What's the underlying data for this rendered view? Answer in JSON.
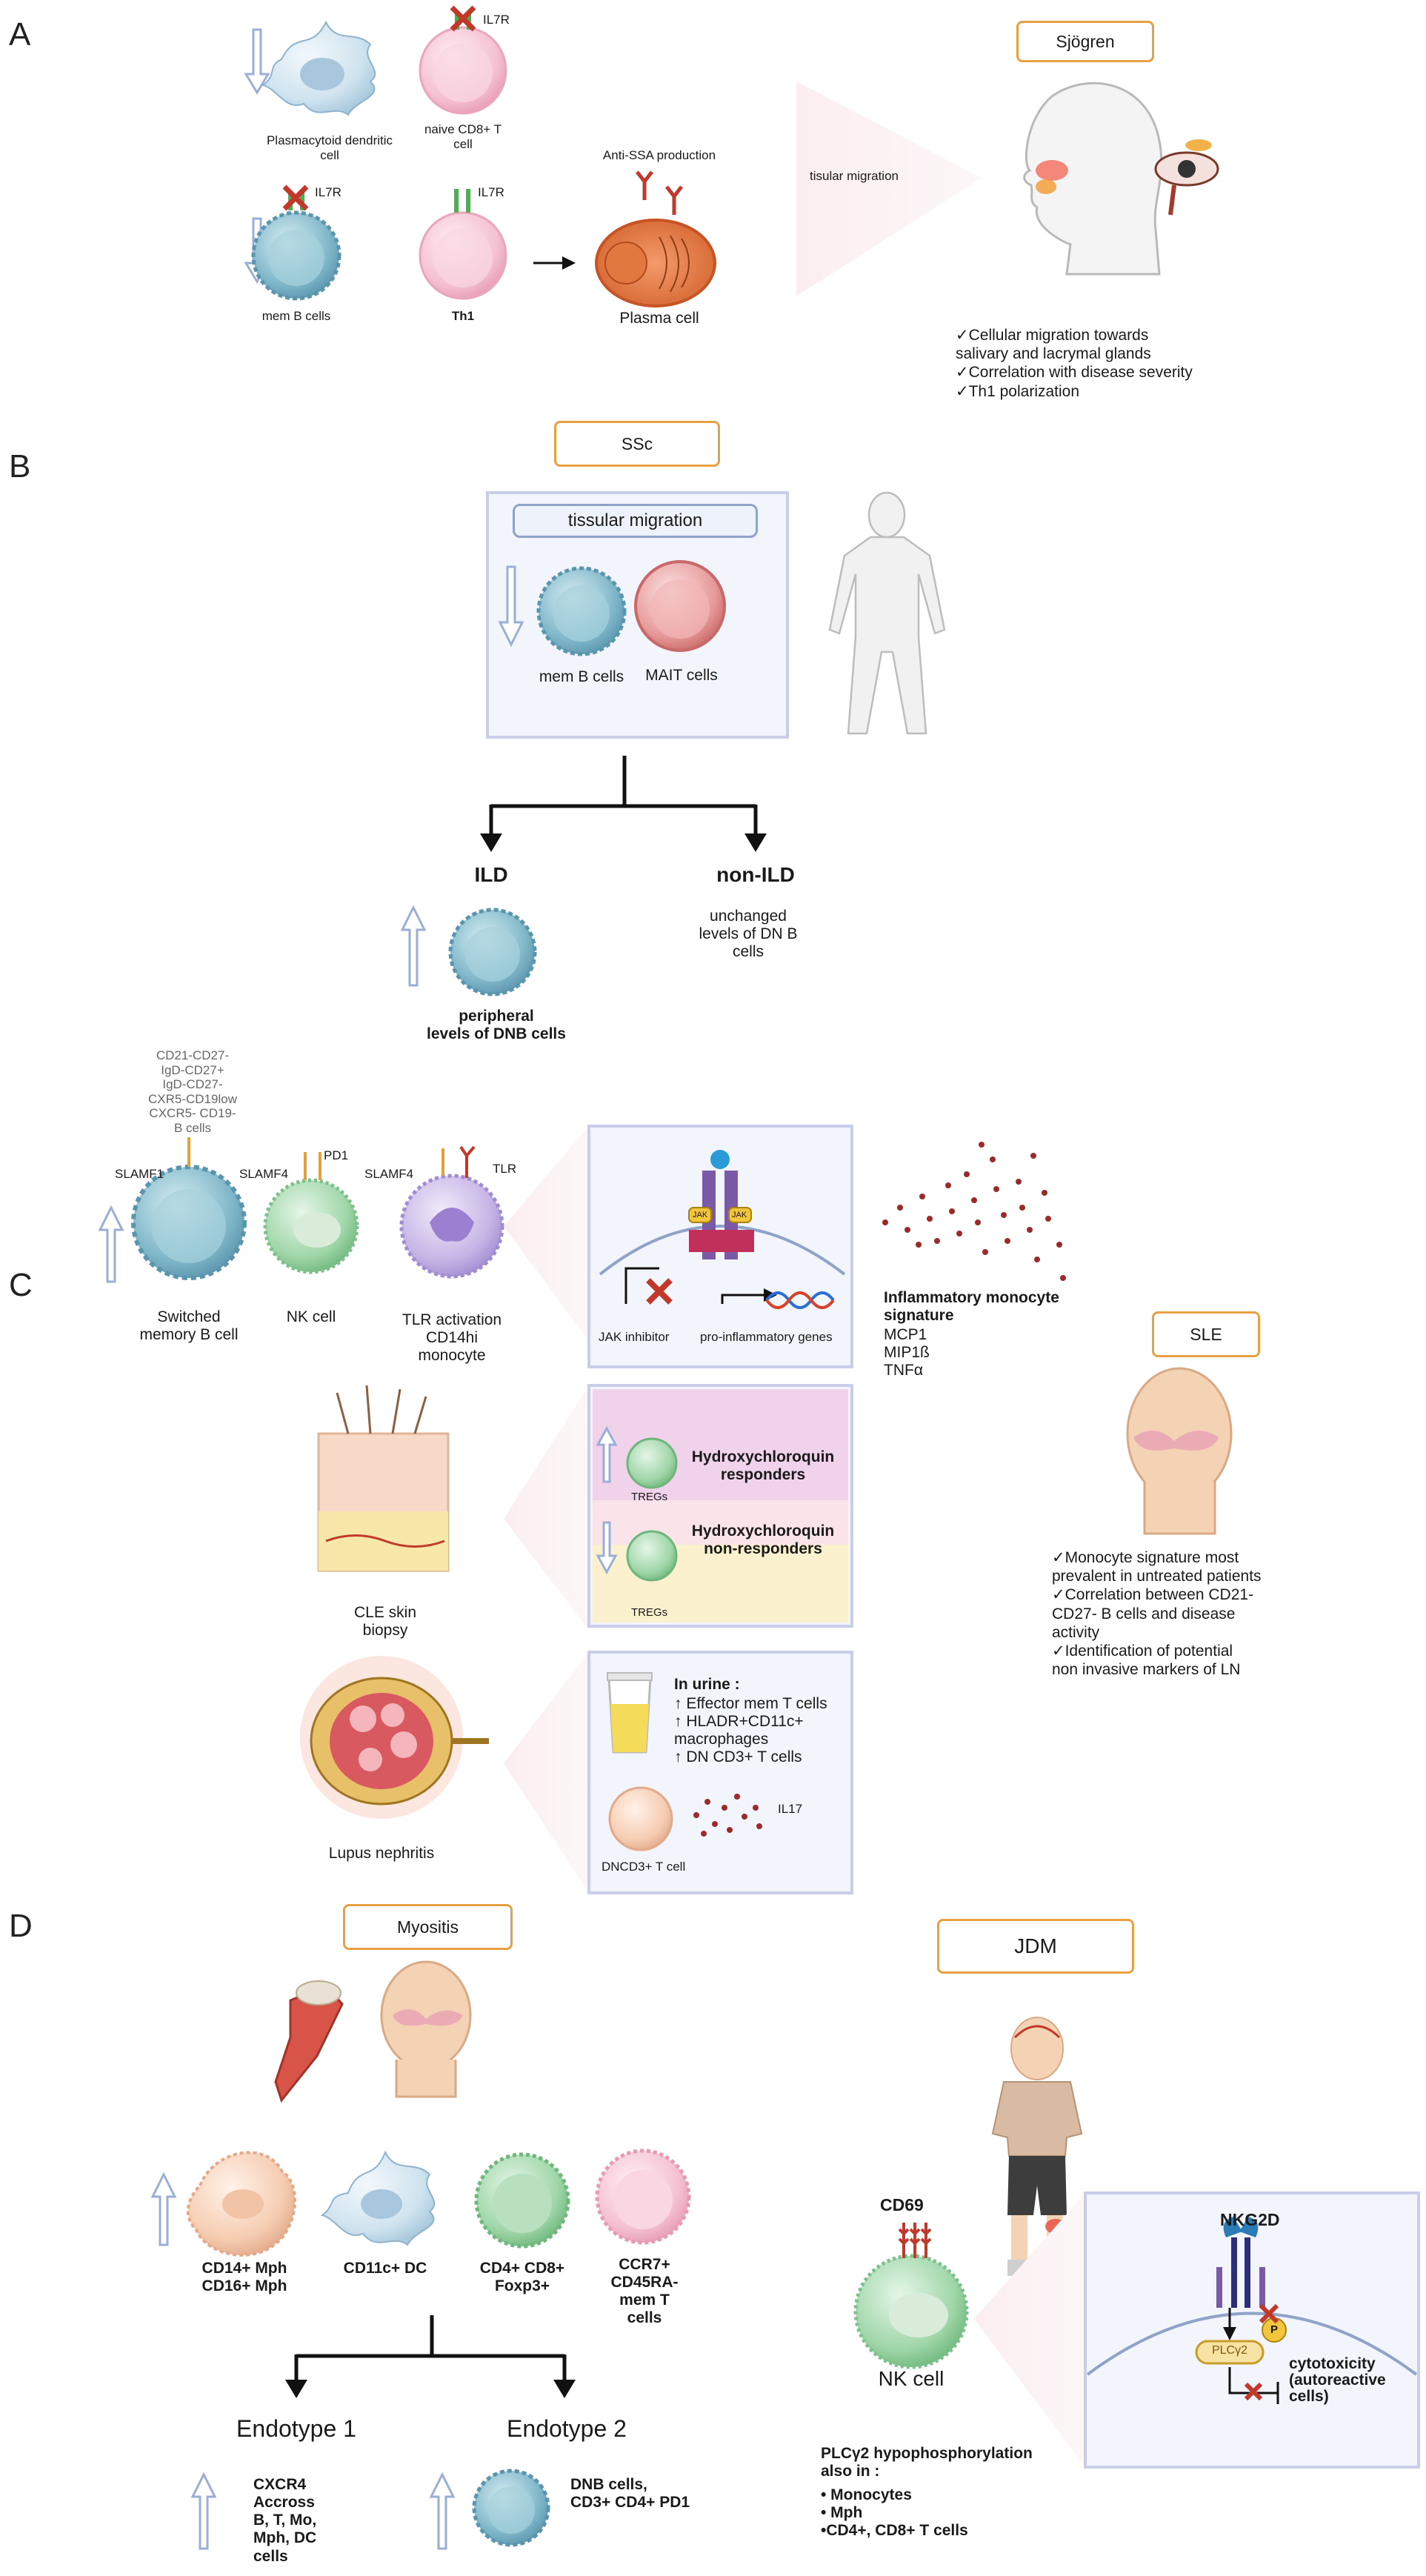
{
  "panels": {
    "a": "A",
    "b": "B",
    "c": "C",
    "d": "D"
  },
  "a": {
    "pdc": "Plasmacytoid dendritic\ncell",
    "naive": "naive CD8+ T\ncell",
    "il7r_1": "IL7R",
    "il7r_2": "IL7R",
    "il7r_3": "IL7R",
    "memb": "mem B cells",
    "th1": "Th1",
    "anti_ssa": "Anti-SSA production",
    "plasma": "Plasma cell",
    "migration": "tisular migration",
    "tag": "Sjögren",
    "bullets": [
      "✓Cellular migration towards",
      "salivary and lacrymal glands",
      "✓Correlation with disease severity",
      "✓Th1 polarization"
    ]
  },
  "b": {
    "tag": "SSc",
    "migration": "tissular migration",
    "memb": "mem B cells",
    "mait": "MAIT cells",
    "ild": "ILD",
    "nonild": "non-ILD",
    "unchanged": "unchanged\nlevels of DN B\ncells",
    "peripheral": "peripheral\nlevels of DNB cells"
  },
  "c": {
    "markers": "CD21-CD27-\nIgD-CD27+\nIgD-CD27-\nCXR5-CD19low\nCXCR5- CD19-\nB cells",
    "slamf1": "SLAMF1",
    "slamf4_1": "SLAMF4",
    "pd1": "PD1",
    "slamf4_2": "SLAMF4",
    "tlr": "TLR",
    "switched": "Switched\nmemory B cell",
    "nk": "NK cell",
    "tlract": "TLR activation\nCD14hi\nmonocyte",
    "jak1": "JAK",
    "jak2": "JAK",
    "jakinh": "JAK inhibitor",
    "proinf": "pro-inflammatory genes",
    "inflam_title": "Inflammatory monocyte\nsignature",
    "inflam_list": "MCP1\nMIP1ß\nTNFα",
    "tag": "SLE",
    "sle_bullets": [
      "✓Monocyte signature most",
      "prevalent in untreated patients",
      "✓Correlation between CD21-",
      "CD27- B cells and disease",
      "activity",
      "✓Identification of potential",
      "non invasive markers of LN"
    ],
    "cle": "CLE skin\nbiopsy",
    "tregs1": "TREGs",
    "tregs2": "TREGs",
    "hcq_resp": "Hydroxychloroquin\nresponders",
    "hcq_nonresp": "Hydroxychloroquin\nnon-responders",
    "lupus": "Lupus nephritis",
    "urine_title": "In urine :",
    "urine_list": "↑ Effector mem T cells\n↑ HLADR+CD11c+\nmacrophages\n↑ DN CD3+ T cells",
    "il17": "IL17",
    "dncd3": "DNCD3+ T cell"
  },
  "d": {
    "tag": "Myositis",
    "jdm": "JDM",
    "cd14": "CD14+ Mph\nCD16+ Mph",
    "cd11c": "CD11c+ DC",
    "cd4cd8": "CD4+ CD8+\nFoxp3+",
    "ccr7": "CCR7+\nCD45RA-\nmem T\ncells",
    "endo1": "Endotype 1",
    "endo2": "Endotype 2",
    "endo1_text": "CXCR4\nAccross\nB, T, Mo,\nMph, DC\ncells",
    "endo2_text": "DNB cells,\nCD3+ CD4+ PD1",
    "cd69": "CD69",
    "nkcell": "NK cell",
    "nkg2d": "NKG2D",
    "plcg2": "PLCγ2",
    "p": "P",
    "cytotox": "cytotoxicity\n(autoreactive\ncells)",
    "plc_title": "PLCγ2 hypophosphorylation\nalso in :",
    "plc_list": "• Monocytes\n• Mph\n•CD4+, CD8+ T cells"
  }
}
